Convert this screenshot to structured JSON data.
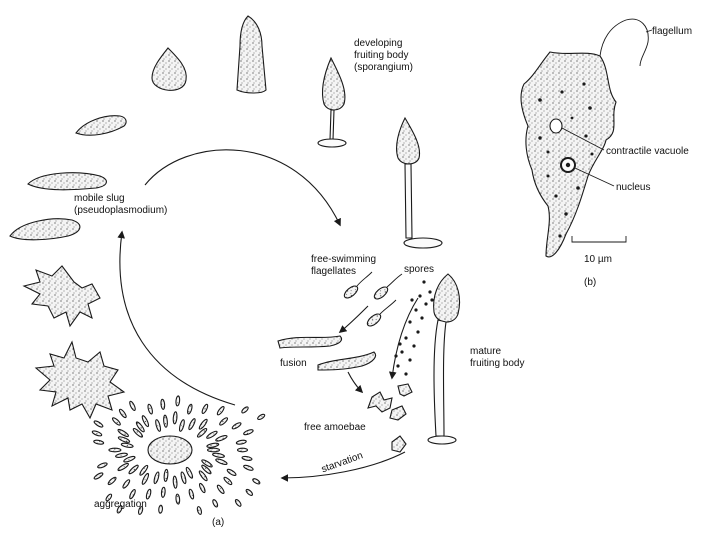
{
  "diagram": {
    "labels": {
      "developing_line1": "developing",
      "developing_line2": "fruiting body",
      "developing_line3": "(sporangium)",
      "slug_line1": "mobile slug",
      "slug_line2": "(pseudoplasmodium)",
      "free_swimming_line1": "free-swimming",
      "free_swimming_line2": "flagellates",
      "spores": "spores",
      "fusion": "fusion",
      "mature_line1": "mature",
      "mature_line2": "fruiting body",
      "free_amoebae": "free amoebae",
      "starvation": "starvation",
      "aggregation": "aggregation",
      "panel_a": "(a)",
      "flagellum": "flagellum",
      "contractile_vacuole": "contractile vacuole",
      "nucleus": "nucleus",
      "scale": "10 µm",
      "panel_b": "(b)"
    }
  }
}
